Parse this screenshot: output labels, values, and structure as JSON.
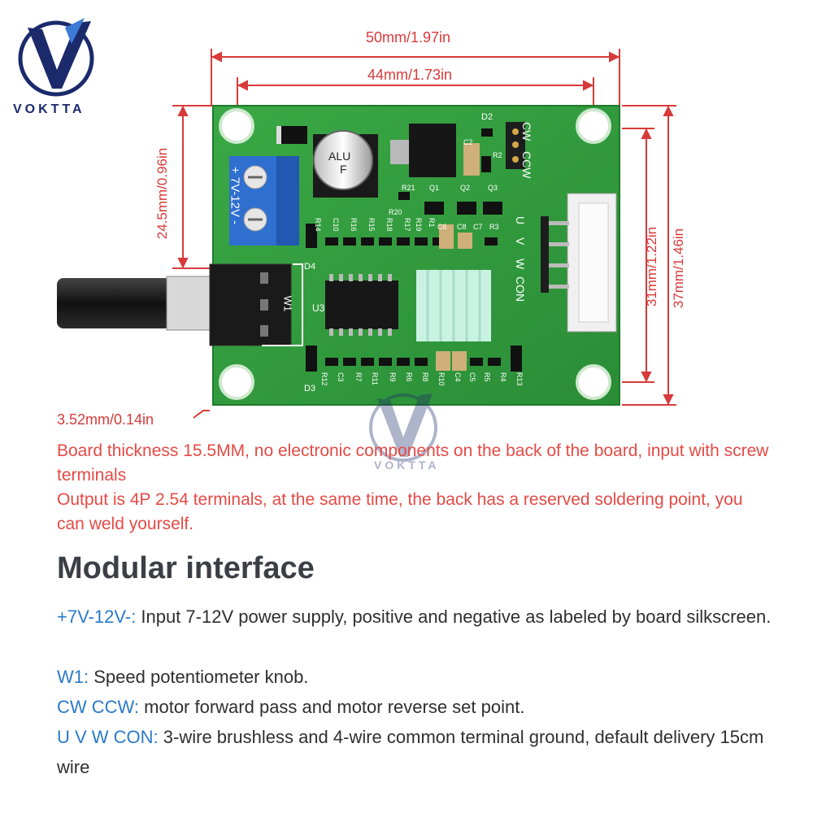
{
  "brand": {
    "name": "VOKTTA"
  },
  "dimensions": {
    "width_outer": "50mm/1.97in",
    "width_inner": "44mm/1.73in",
    "height_terminal": "24.5mm/0.96in",
    "height_inner": "31mm/1.22in",
    "height_outer": "37mm/1.46in",
    "offset": "3.52mm/0.14in"
  },
  "board": {
    "terminal_label": "+ 7V-12V -",
    "cap_line1": "ALU",
    "cap_line2": "F",
    "pot_label": "W1",
    "chip_label": "U3",
    "cw_label": "CW",
    "ccw_label": "CCW",
    "output_labels": [
      "U",
      "V",
      "W",
      "CON"
    ],
    "d2": "D2",
    "d3": "D3",
    "d4": "D4",
    "r_top": [
      "R14",
      "C10",
      "R16",
      "R15",
      "R18",
      "R17",
      "R19",
      "R1"
    ],
    "r_bottom": [
      "R12",
      "C3",
      "R7",
      "R11",
      "R9",
      "R6",
      "R8",
      "R10",
      "C4",
      "C5",
      "R5",
      "R4",
      "R13"
    ],
    "q_labels": [
      "Q1",
      "Q2",
      "Q3"
    ],
    "misc_labels": [
      "R21",
      "R20",
      "C2",
      "R2",
      "C6",
      "C8",
      "C7",
      "R3"
    ]
  },
  "notes": {
    "line1": "Board thickness 15.5MM, no electronic components on the back of the board, input with screw terminals",
    "line2": "Output is 4P 2.54 terminals, at the same time, the back has a reserved soldering point, you can weld yourself."
  },
  "interface": {
    "title": "Modular interface",
    "items": [
      {
        "label": "+7V-12V-:",
        "text": " Input 7-12V power supply, positive and negative as labeled by board silkscreen."
      },
      {
        "label": "W1:",
        "text": " Speed potentiometer knob."
      },
      {
        "label": "CW CCW:",
        "text": " motor forward pass and motor reverse set point."
      },
      {
        "label": "U V W CON:",
        "text": " 3-wire brushless and 4-wire common terminal ground, default delivery 15cm wire"
      }
    ]
  },
  "colors": {
    "accent_red": "#e44a45",
    "label_blue": "#2a79c8",
    "pcb_green": "#2e9a3c",
    "terminal_blue": "#2f6fd0"
  }
}
